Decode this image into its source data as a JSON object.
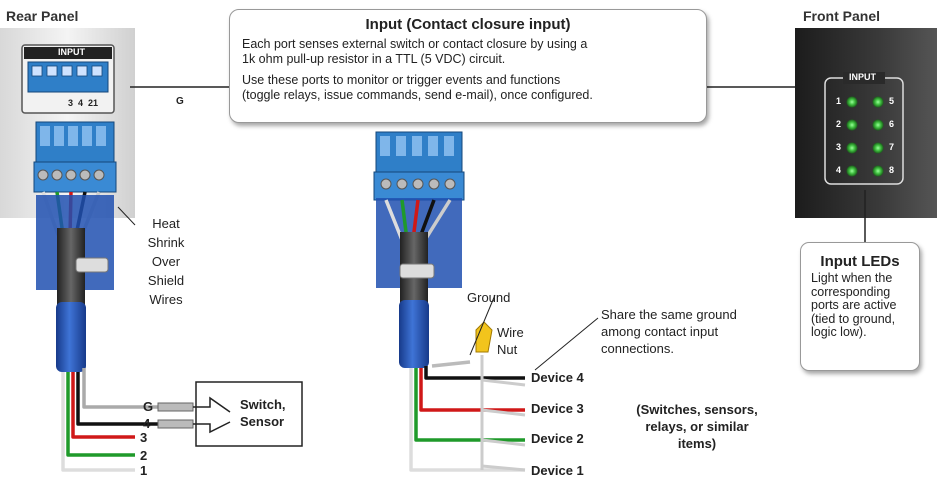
{
  "rear_panel": {
    "title": "Rear Panel",
    "connector_label": "INPUT",
    "pin_labels": "3  4  21",
    "ground_mark": "G",
    "annotation": "Heat\nShrink\nOver\nShield\nWires",
    "wire_labels": [
      "G",
      "4",
      "3",
      "2",
      "1"
    ],
    "device_label": "Switch,\nSensor"
  },
  "callout": {
    "title": "Input (Contact closure input)",
    "paragraph1": "Each port senses external switch or contact closure by using a\n1k ohm pull-up resistor in a TTL (5 VDC) circuit.",
    "paragraph2": "Use these ports to monitor or trigger events and functions\n(toggle relays, issue commands, send e-mail), once configured."
  },
  "middle": {
    "ground_label": "Ground",
    "wire_nut_label": "Wire\nNut",
    "share_note": "Share the same ground\namong contact input\nconnections.",
    "devices": [
      "Device 4",
      "Device 3",
      "Device 2",
      "Device 1"
    ],
    "devices_note": "(Switches, sensors,\nrelays, or similar\nitems)"
  },
  "front_panel": {
    "title": "Front Panel",
    "input_label": "INPUT",
    "led_numbers_left": [
      "1",
      "2",
      "3",
      "4"
    ],
    "led_numbers_right": [
      "5",
      "6",
      "7",
      "8"
    ]
  },
  "input_leds": {
    "title": "Input LEDs",
    "text": "Light when the\ncorresponding\nports are active\n(tied to ground,\nlogic low)."
  },
  "colors": {
    "connector_blue": "#2f7fc8",
    "heat_shrink_blue": "#2050b0",
    "led_green": "#3fbf3f",
    "wire_red": "#d01818",
    "wire_green": "#1f9a2a",
    "panel_dark": "#2a2a2a"
  }
}
